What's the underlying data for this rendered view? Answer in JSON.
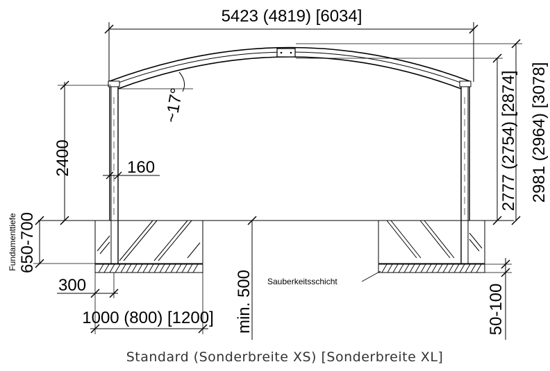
{
  "dimensions": {
    "overall_width": "5423 (4819) [6034]",
    "clear_height": "2400",
    "roof_angle": "~17°",
    "post_width": "160",
    "inner_ridge_height": "2777 (2754) [2874]",
    "outer_ridge_height": "2981 (2964) [3078]",
    "foundation_depth_label": "Fundamenttiefe",
    "foundation_depth": "650-700",
    "post_offset": "300",
    "foundation_width": "1000 (800) [1200]",
    "min_spacing": "min. 500",
    "layer_thickness": "50-100"
  },
  "labels": {
    "cleanliness_layer": "Sauberkeitsschicht"
  },
  "caption": "Standard (Sonderbreite XS) [Sonderbreite XL]"
}
